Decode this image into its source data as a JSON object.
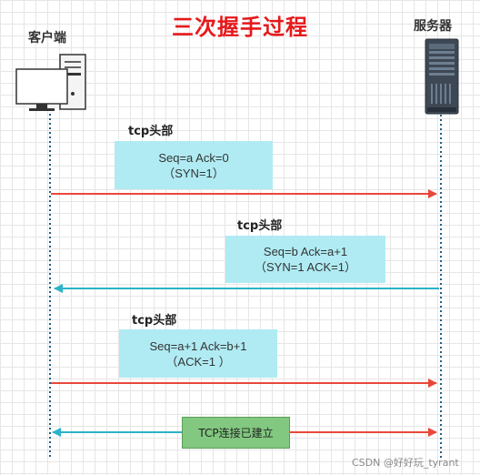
{
  "title": "三次握手过程",
  "client": {
    "label": "客户端"
  },
  "server": {
    "label": "服务器"
  },
  "steps": [
    {
      "header": "tcp头部",
      "line1": "Seq=a Ack=0",
      "line2": "（SYN=1）",
      "direction": "client-to-server"
    },
    {
      "header": "tcp头部",
      "line1": "Seq=b Ack=a+1",
      "line2": "（SYN=1 ACK=1）",
      "direction": "server-to-client"
    },
    {
      "header": "tcp头部",
      "line1": "Seq=a+1 Ack=b+1",
      "line2": "（ACK=1 ）",
      "direction": "client-to-server"
    }
  ],
  "established": {
    "label": "TCP连接已建立"
  },
  "watermark": "CSDN @好好玩_tyrant",
  "colors": {
    "title": "#e5191b",
    "request_arrow": "#e8483b",
    "reply_arrow": "#2bb3c8",
    "box": "#b0ebf3",
    "established_box": "#82c880"
  }
}
